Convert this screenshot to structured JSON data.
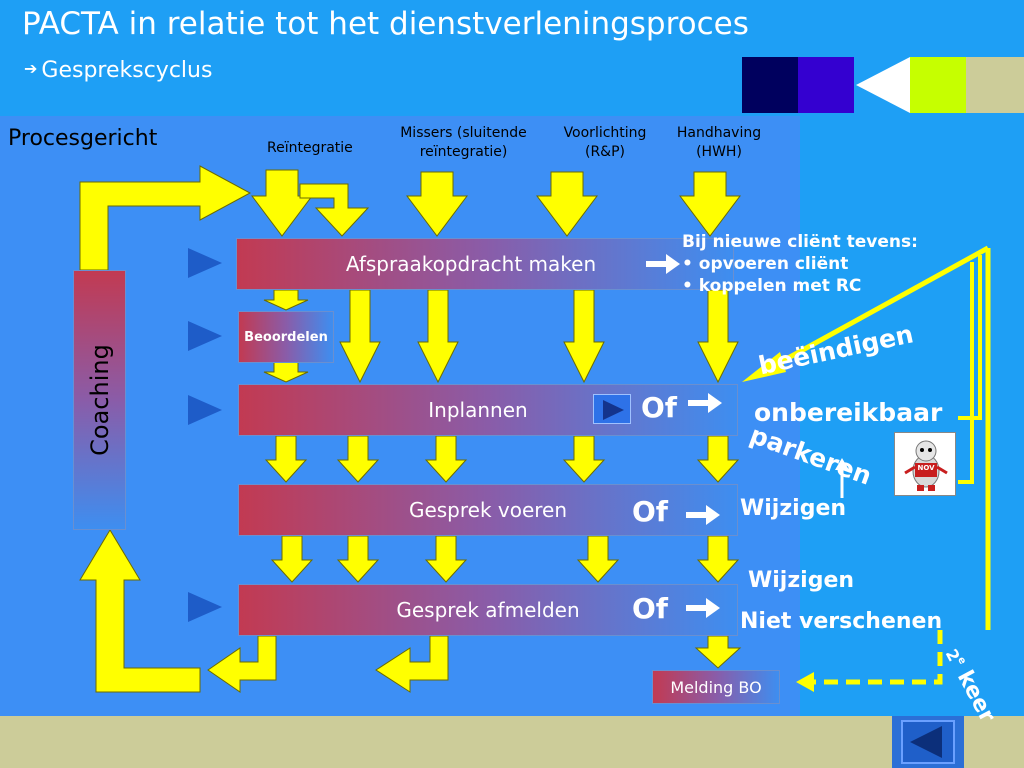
{
  "header": {
    "title": "PACTA in relatie tot het dienstverleningsproces",
    "subtitle_arrow": "➔",
    "subtitle": "Gesprekscyclus"
  },
  "colors": {
    "navy": "#00005e",
    "blue": "#3400d0",
    "lime": "#c6ff00",
    "khaki": "#cccc99",
    "yellow": "#ffff00",
    "panel": "#3d8ff5",
    "background": "#1e9ff5",
    "arrow_blue": "#1e5cc8"
  },
  "diagram": {
    "section_label": "Procesgericht",
    "coaching": "Coaching",
    "inputs": {
      "reintegratie": "Reïntegratie",
      "missers_line1": "Missers (sluitende",
      "missers_line2": "reïntegratie)",
      "voorlichting_line1": "Voorlichting",
      "voorlichting_line2": "(R&P)",
      "handhaving_line1": "Handhaving",
      "handhaving_line2": "(HWH)"
    },
    "steps": {
      "afspraak": "Afspraakopdracht maken",
      "beoordelen": "Beoordelen",
      "inplannen": "Inplannen",
      "gesprek_voeren": "Gesprek voeren",
      "gesprek_afmelden": "Gesprek afmelden",
      "melding_bo": "Melding BO"
    },
    "of_label": "Of",
    "new_client": {
      "heading": "Bij nieuwe cliënt tevens:",
      "item1": "• opvoeren cliënt",
      "item2": "• koppelen met RC"
    },
    "outcomes": {
      "beeindigen": "beëindigen",
      "onbereikbaar": "onbereikbaar",
      "parkeren": "parkeren",
      "wijzigen_1": "Wijzigen",
      "wijzigen_2": "Wijzigen",
      "niet_verschenen": "Niet verschenen",
      "tweede_keer_num": "2",
      "tweede_keer_sup": "e",
      "tweede_keer_word": "keer"
    },
    "nov_badge": "NOV"
  },
  "nav": {
    "back_icon": "back-triangle-icon"
  }
}
